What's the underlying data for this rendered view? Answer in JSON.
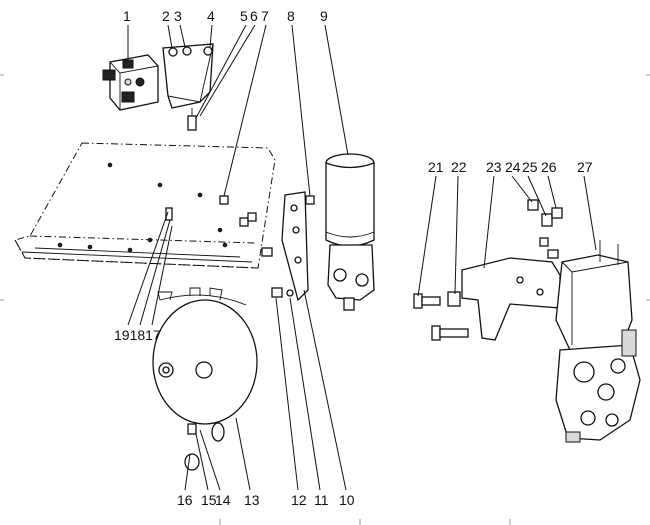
{
  "figure": {
    "callouts": [
      "1",
      "2",
      "3",
      "4",
      "5",
      "6",
      "7",
      "8",
      "9",
      "191817",
      "21",
      "22",
      "23",
      "24",
      "25",
      "26",
      "27",
      "16",
      "15",
      "14",
      "13",
      "12",
      "11",
      "10"
    ]
  }
}
